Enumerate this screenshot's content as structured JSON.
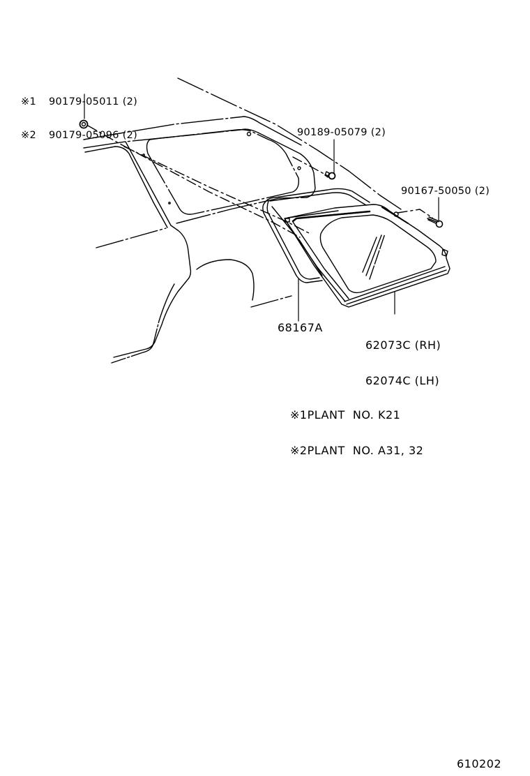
{
  "diagram": {
    "type": "parts-illustration",
    "subject": "Quarter window glass assembly (rear side)",
    "figure_number": "610202"
  },
  "callouts": {
    "nut": {
      "lines": [
        {
          "mark": "※1",
          "part_no": "90179-05011 (2)"
        },
        {
          "mark": "※2",
          "part_no": "90179-05096 (2)"
        }
      ]
    },
    "clip": {
      "part_no": "90189-05079 (2)"
    },
    "screw": {
      "part_no": "90167-50050 (2)"
    },
    "weatherstrip": {
      "part_no": "68167A"
    },
    "glass": {
      "lines": [
        "62073C (RH)",
        "62074C (LH)"
      ]
    }
  },
  "notes": [
    {
      "mark": "※1",
      "text": "PLANT  NO. K21"
    },
    {
      "mark": "※2",
      "text": "PLANT  NO. A31, 32"
    }
  ]
}
